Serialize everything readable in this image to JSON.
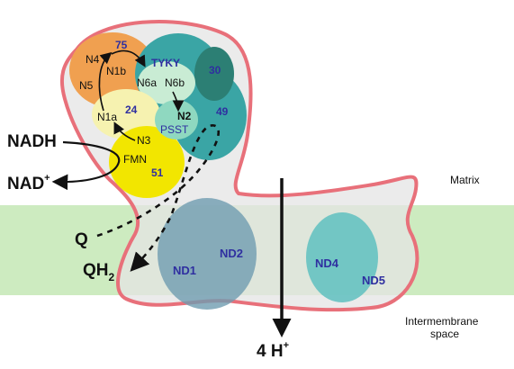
{
  "labels": {
    "nadh": "NADH",
    "nad": "NAD",
    "nad_sup": "+",
    "q": "Q",
    "qh2": "QH",
    "qh2_sub": "2",
    "matrix": "Matrix",
    "intermembrane_1": "Intermembrane",
    "intermembrane_2": "space",
    "protons": "4 H",
    "protons_sup": "+"
  },
  "subunits": {
    "s75": "75",
    "tyky": "TYKY",
    "s30": "30",
    "s24": "24",
    "s49": "49",
    "pssT": "PSST",
    "s51": "51",
    "nd1": "ND1",
    "nd2": "ND2",
    "nd4": "ND4",
    "nd5": "ND5"
  },
  "clusters": {
    "n4": "N4",
    "n1b": "N1b",
    "n5": "N5",
    "n6a": "N6a",
    "n6b": "N6b",
    "n1a": "N1a",
    "n2": "N2",
    "n3": "N3",
    "fmn": "FMN"
  },
  "colors": {
    "membrane": "#cdebc0",
    "outline": "#e8707a",
    "complex_fill": "#e6e6e6",
    "orange": "#f0a050",
    "yellow": "#f2e600",
    "teal": "#3aa5a5",
    "teal_light": "#7ad0d0",
    "slate": "#6f9cb0",
    "blue_text": "#2f2fa0"
  }
}
